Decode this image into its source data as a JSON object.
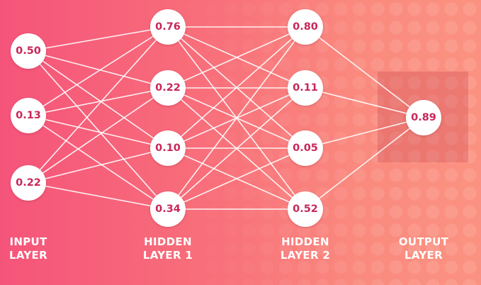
{
  "colors": {
    "node_text": "#c8275a",
    "node_fill": "#ffffff",
    "edge": "#ffffff"
  },
  "layers": [
    {
      "line1": "INPUT",
      "line2": "LAYER",
      "nodes": [
        "0.50",
        "0.13",
        "0.22"
      ]
    },
    {
      "line1": "HIDDEN",
      "line2": "LAYER 1",
      "nodes": [
        "0.76",
        "0.22",
        "0.10",
        "0.34"
      ]
    },
    {
      "line1": "HIDDEN",
      "line2": "LAYER 2",
      "nodes": [
        "0.80",
        "0.11",
        "0.05",
        "0.52"
      ]
    },
    {
      "line1": "OUTPUT",
      "line2": "LAYER",
      "nodes": [
        "0.89"
      ]
    }
  ]
}
